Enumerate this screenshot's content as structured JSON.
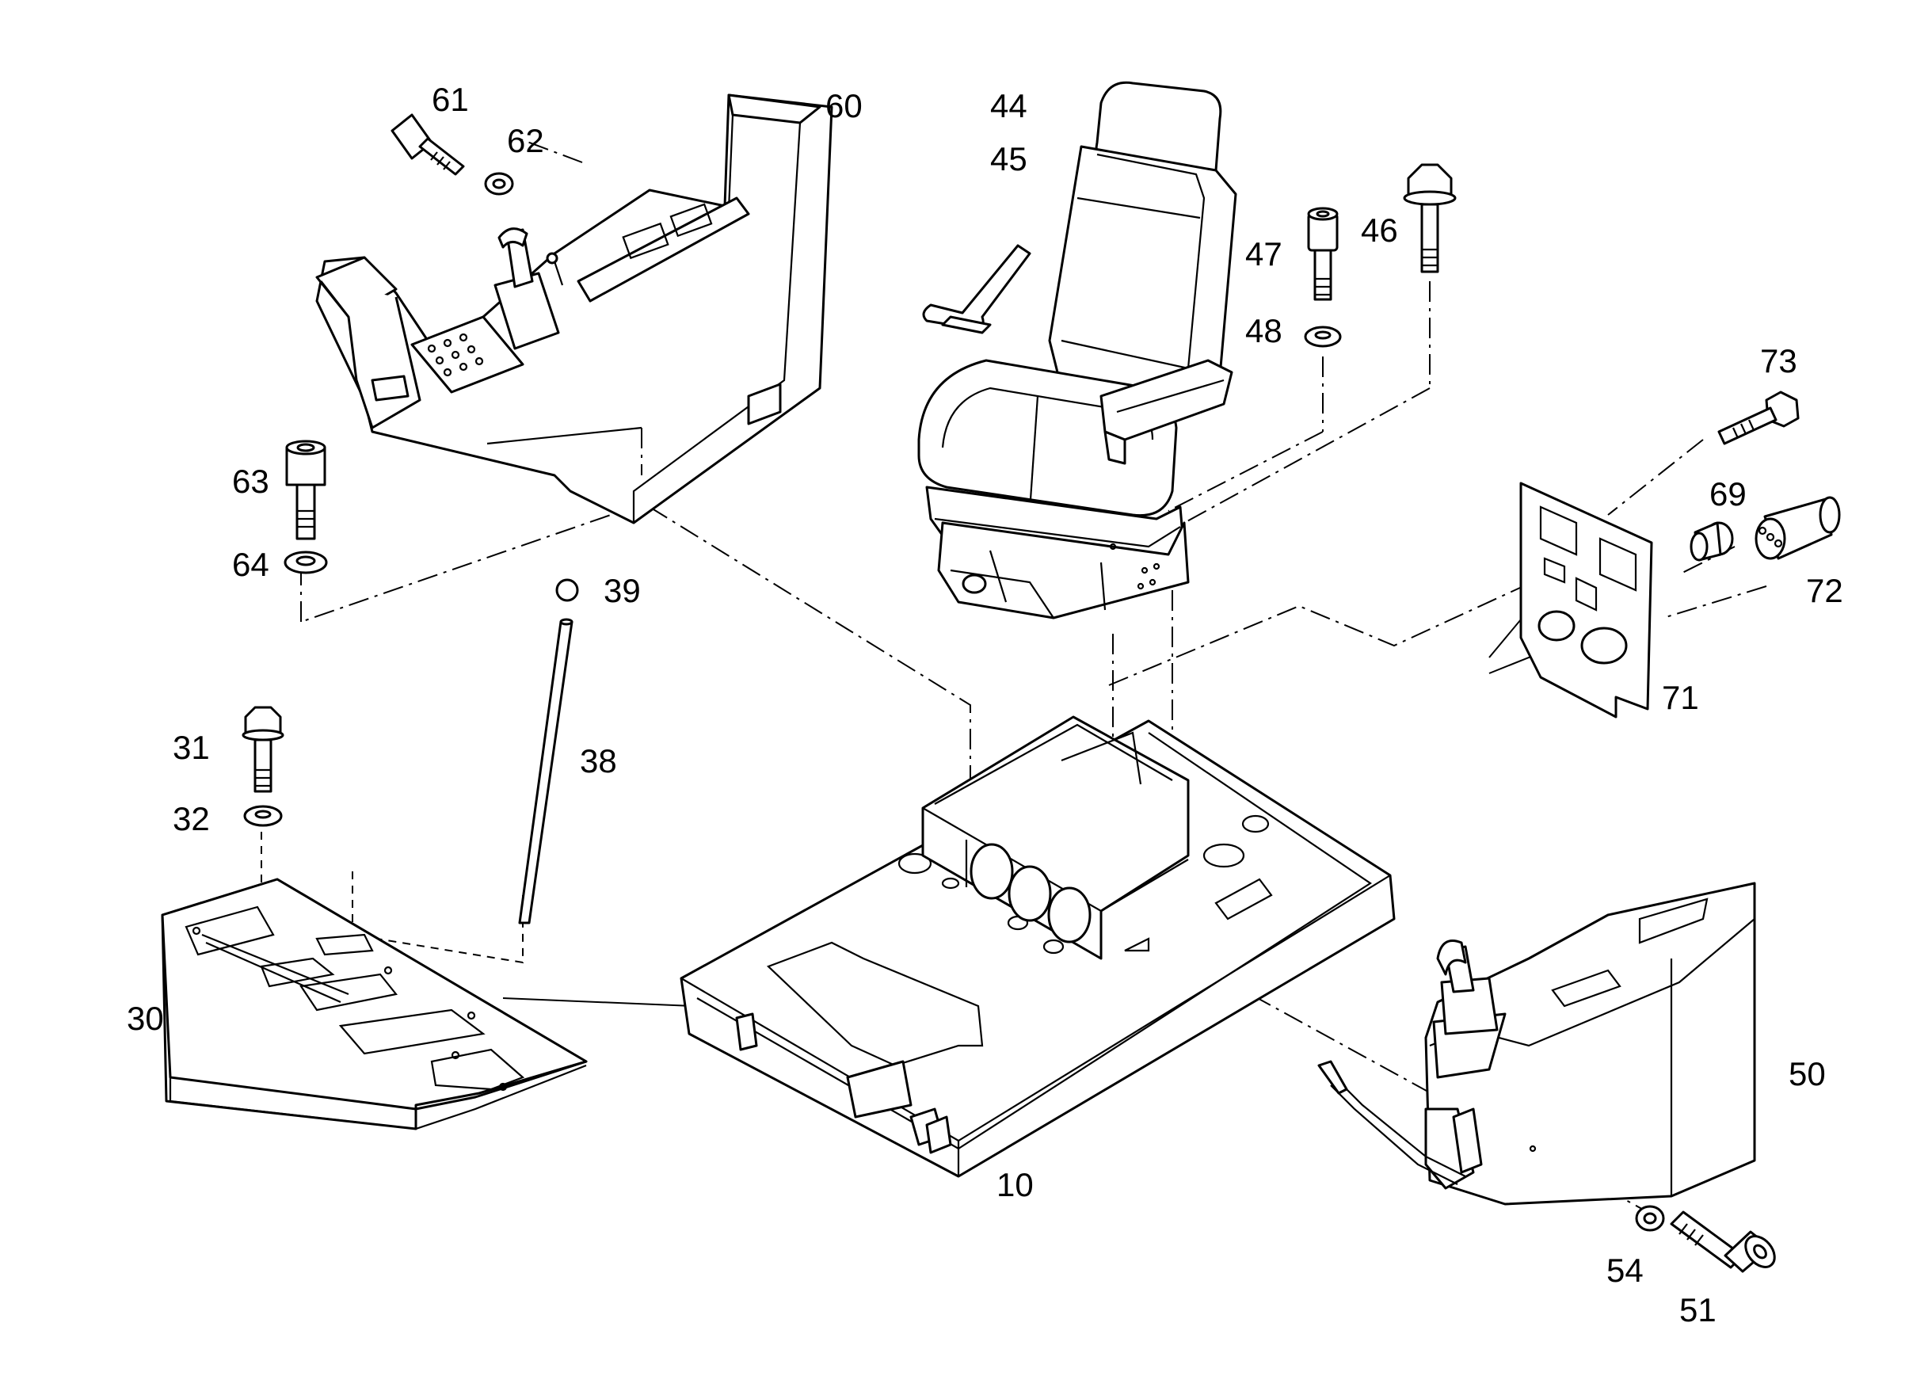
{
  "diagram": {
    "callouts": [
      {
        "key": "p61",
        "label": "61"
      },
      {
        "key": "p62",
        "label": "62"
      },
      {
        "key": "p60",
        "label": "60"
      },
      {
        "key": "p44",
        "label": "44"
      },
      {
        "key": "p45",
        "label": "45"
      },
      {
        "key": "p47",
        "label": "47"
      },
      {
        "key": "p46",
        "label": "46"
      },
      {
        "key": "p48",
        "label": "48"
      },
      {
        "key": "p73",
        "label": "73"
      },
      {
        "key": "p69",
        "label": "69"
      },
      {
        "key": "p72",
        "label": "72"
      },
      {
        "key": "p71",
        "label": "71"
      },
      {
        "key": "p63",
        "label": "63"
      },
      {
        "key": "p64",
        "label": "64"
      },
      {
        "key": "p39",
        "label": "39"
      },
      {
        "key": "p38",
        "label": "38"
      },
      {
        "key": "p31",
        "label": "31"
      },
      {
        "key": "p32",
        "label": "32"
      },
      {
        "key": "p30",
        "label": "30"
      },
      {
        "key": "p10",
        "label": "10"
      },
      {
        "key": "p50",
        "label": "50"
      },
      {
        "key": "p54",
        "label": "54"
      },
      {
        "key": "p51",
        "label": "51"
      }
    ]
  }
}
